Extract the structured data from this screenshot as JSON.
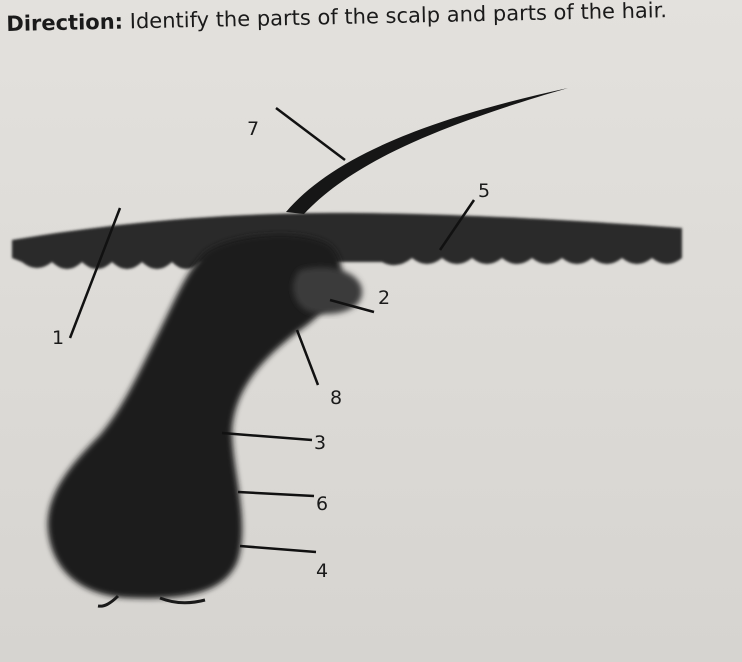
{
  "direction": {
    "label": "Direction:",
    "text": "Identify the parts of the scalp and parts of the hair."
  },
  "labels": {
    "n1": "1",
    "n2": "2",
    "n3": "3",
    "n4": "4",
    "n5": "5",
    "n6": "6",
    "n7": "7",
    "n8": "8"
  }
}
